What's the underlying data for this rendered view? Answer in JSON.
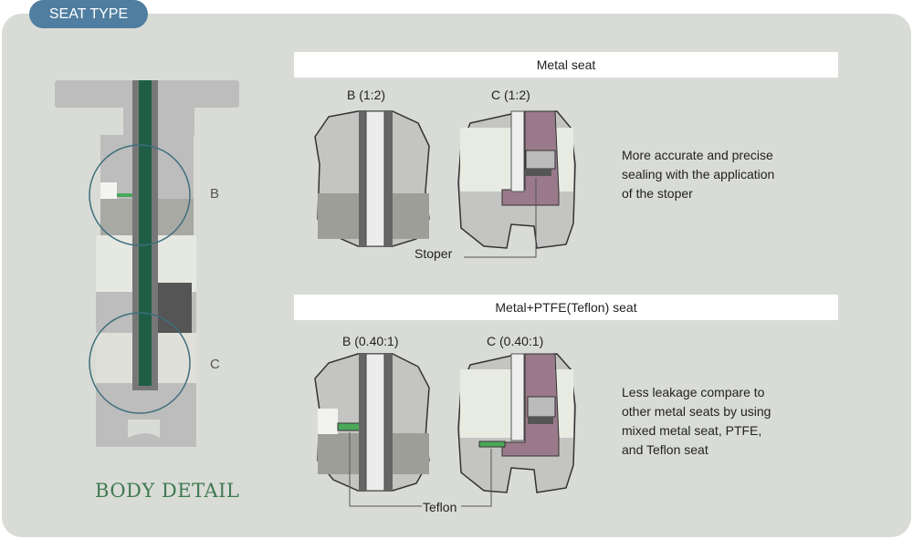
{
  "header": {
    "badge": "SEAT TYPE"
  },
  "body_detail": {
    "title": "BODY DETAIL",
    "circle_labels": [
      "B",
      "C"
    ]
  },
  "metal_seat": {
    "title": "Metal seat",
    "diagram_b": "B (1:2)",
    "diagram_c": "C (1:2)",
    "callout": "Stoper",
    "description": [
      "More accurate and precise",
      "sealing with the application",
      "of the stoper"
    ]
  },
  "ptfe_seat": {
    "title": "Metal+PTFE(Teflon) seat",
    "diagram_b": "B (0.40:1)",
    "diagram_c": "C (0.40:1)",
    "callout": "Teflon",
    "description": [
      "Less leakage compare to",
      "other metal seats by using",
      "mixed metal seat, PTFE,",
      "and Teflon seat"
    ]
  },
  "colors": {
    "accent": "#4f7ea0",
    "disc": "#1f5e45",
    "seat": "#9a7a8a",
    "teflon": "#4aa85a"
  }
}
